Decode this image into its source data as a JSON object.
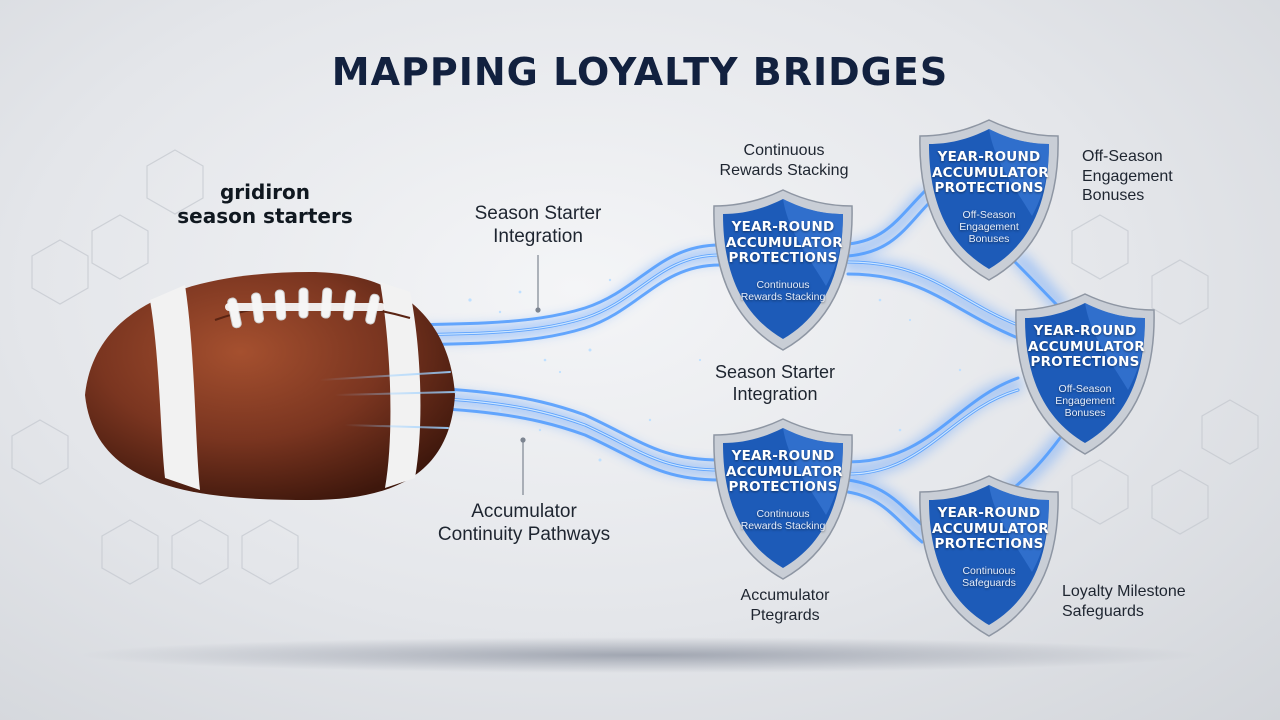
{
  "title": "MAPPING LOYALTY BRIDGES",
  "source_label": [
    "gridiron",
    "season starters"
  ],
  "labels": {
    "season_starter_top": [
      "Season Starter",
      "Integration"
    ],
    "accumulator_continuity": [
      "Accumulator",
      "Continuity Pathways"
    ],
    "continuous_rewards": [
      "Continuous",
      "Rewards Stacking"
    ],
    "season_starter_mid": [
      "Season Starter",
      "Integration"
    ],
    "accumulator_ptegrards": [
      "Accumulator",
      "Ptegrards"
    ],
    "off_season": [
      "Off-Season",
      "Engagement",
      "Bonuses"
    ],
    "loyalty_milestone": [
      "Loyalty Milestone",
      "Safeguards"
    ]
  },
  "shields": [
    {
      "id": "shield-upper-left",
      "title": [
        "YEAR-ROUND",
        "ACCUMULATOR",
        "PROTECTIONS"
      ],
      "sub": [
        "Continuous",
        "Rewards Stacking"
      ]
    },
    {
      "id": "shield-lower-left",
      "title": [
        "YEAR-ROUND",
        "ACCUMULATOR",
        "PROTECTIONS"
      ],
      "sub": [
        "Continuous",
        "Rewards Stacking"
      ]
    },
    {
      "id": "shield-top-right",
      "title": [
        "YEAR-ROUND",
        "ACCUMULATOR",
        "PROTECTIONS"
      ],
      "sub": [
        "Off-Season",
        "Engagement",
        "Bonuses"
      ]
    },
    {
      "id": "shield-mid-right",
      "title": [
        "YEAR-ROUND",
        "ACCUMULATOR",
        "PROTECTIONS"
      ],
      "sub": [
        "Off-Season",
        "Engagement",
        "Bonuses"
      ]
    },
    {
      "id": "shield-bottom-right",
      "title": [
        "YEAR-ROUND",
        "ACCUMULATOR",
        "PROTECTIONS"
      ],
      "sub": [
        "Continuous",
        "Safeguards"
      ]
    }
  ],
  "colors": {
    "title": "#12213f",
    "stream": "#3a8bff",
    "stream_glow": "#9cd0ff",
    "shield_fill": "#1d5bb8",
    "shield_rim": "#c9ced6",
    "football": "#7a3520",
    "stripe": "#f2f2f2"
  },
  "icons": {
    "football": "football-icon",
    "shield": "shield-icon"
  }
}
